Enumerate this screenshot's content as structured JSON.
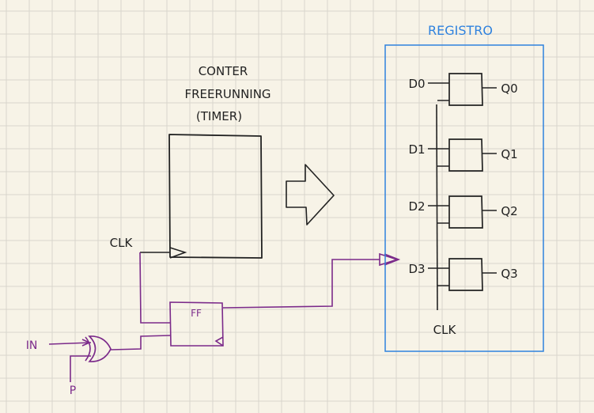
{
  "colors": {
    "background": "#f7f3e7",
    "grid": "#d9d6cc",
    "ink": "#222222",
    "purple": "#7b2a8a",
    "blue": "#2f82de"
  },
  "counter": {
    "title_line1": "CONTER",
    "title_line2": "FREERUNNING",
    "title_line3": "(TIMER)",
    "clk_label": "CLK"
  },
  "flipflop": {
    "label": "FF"
  },
  "inputs": {
    "in_label": "IN",
    "p_label": "P"
  },
  "register": {
    "title": "REGISTRO",
    "clk_label": "CLK",
    "inputs": [
      "D0",
      "D1",
      "D2",
      "D3"
    ],
    "outputs": [
      "Q0",
      "Q1",
      "Q2",
      "Q3"
    ]
  }
}
